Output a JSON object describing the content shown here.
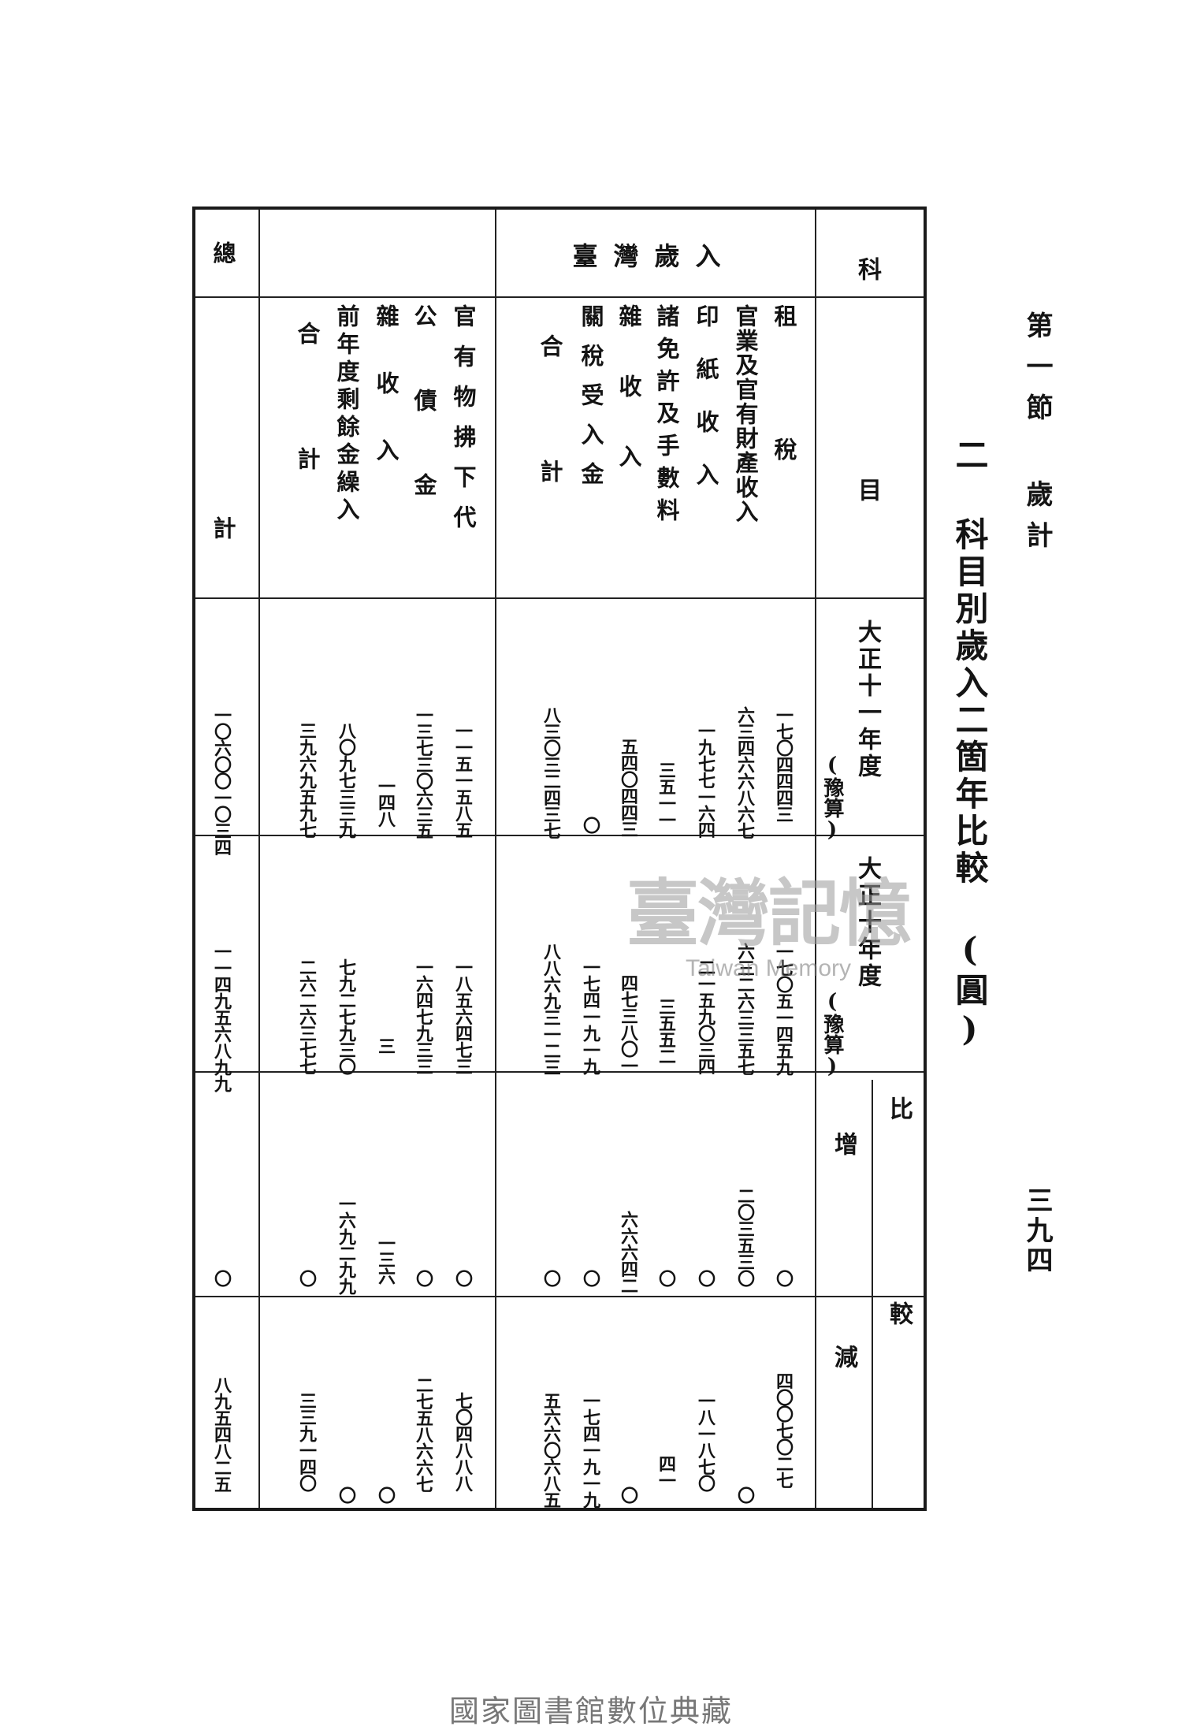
{
  "running_head": "第一節 歲計",
  "page_number": "三九四",
  "section_title": "二 科目別歲入二箇年比較 (圓)",
  "table": {
    "header_subject": "科目",
    "year1": "大正十一年度",
    "year1_note": "(豫算)",
    "year2": "大正十年度",
    "year2_note": "(豫算)",
    "compare": "比較",
    "increase": "增",
    "decrease": "減",
    "group_taiwan": "臺灣歲入",
    "rows": [
      {
        "label": "租稅",
        "y1": "一七〇四四四三",
        "y2": "一七〇五一四五九",
        "inc": "〇",
        "dec": "四〇〇七〇二七"
      },
      {
        "label": "官業及官有財產收入",
        "y1": "六三四六六八六七",
        "y2": "六三二六三三五七",
        "inc": "二〇三五三〇",
        "dec": "〇"
      },
      {
        "label": "印紙收入",
        "y1": "一九七七一六四",
        "y2": "二一五九〇三四",
        "inc": "〇",
        "dec": "一八一八七〇"
      },
      {
        "label": "諸免許及手數料",
        "y1": "三五一一",
        "y2": "三五五二",
        "inc": "〇",
        "dec": "四一"
      },
      {
        "label": "雜收入",
        "y1": "五四〇四四三",
        "y2": "四七三八〇一",
        "inc": "六六六四二",
        "dec": "〇"
      },
      {
        "label": "關稅受入金",
        "y1": "〇",
        "y2": "一七四一九一九",
        "inc": "〇",
        "dec": "一七四一九一九"
      },
      {
        "label": "合計",
        "y1": "八三〇三二四三七",
        "y2": "八八六九三一二三",
        "inc": "〇",
        "dec": "五六六〇六八五"
      },
      {
        "label": "官有物拂下代",
        "y1": "一一五一五八五",
        "y2": "一八五六四七三",
        "inc": "〇",
        "dec": "七〇四八八八"
      },
      {
        "label": "公債金",
        "y1": "一三七三〇六三五",
        "y2": "一六四七九三三",
        "inc": "〇",
        "dec": "二七五八六六七"
      },
      {
        "label": "雜收入",
        "y1": "一四八",
        "y2": "三",
        "inc": "一三六",
        "dec": "〇"
      },
      {
        "label": "前年度剩餘金繰入",
        "y1": "八〇九七三三九",
        "y2": "七九二七九三〇",
        "inc": "一六九二九九",
        "dec": "〇"
      },
      {
        "label": "合計",
        "y1": "三九六九五九七",
        "y2": "二六二六三七七",
        "inc": "〇",
        "dec": "三三九一四〇"
      },
      {
        "label": "總計",
        "y1": "一〇六〇〇一〇三四",
        "y2": "一一四九五六八九九",
        "inc": "〇",
        "dec": "八九五四八二五"
      }
    ]
  },
  "watermark": {
    "title": "臺灣記憶",
    "subtitle": "Taiwan Memory"
  },
  "footer": "國家圖書館數位典藏"
}
